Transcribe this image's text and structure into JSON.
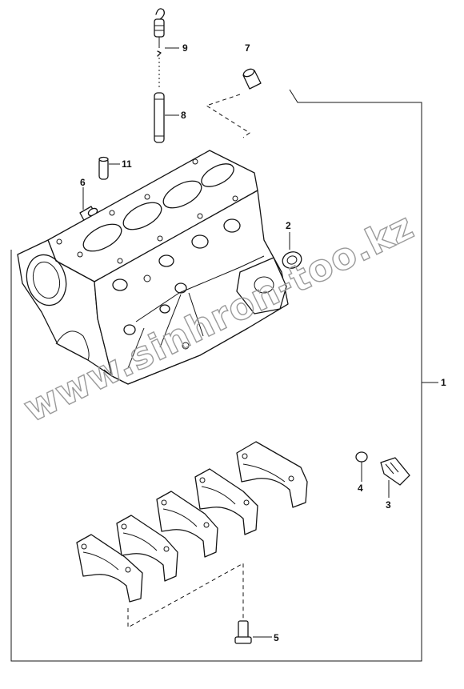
{
  "diagram": {
    "callouts": [
      "1",
      "2",
      "3",
      "4",
      "5",
      "6",
      "7",
      "8",
      "9",
      "11"
    ],
    "watermark": "www.sinhron-too.kz"
  }
}
